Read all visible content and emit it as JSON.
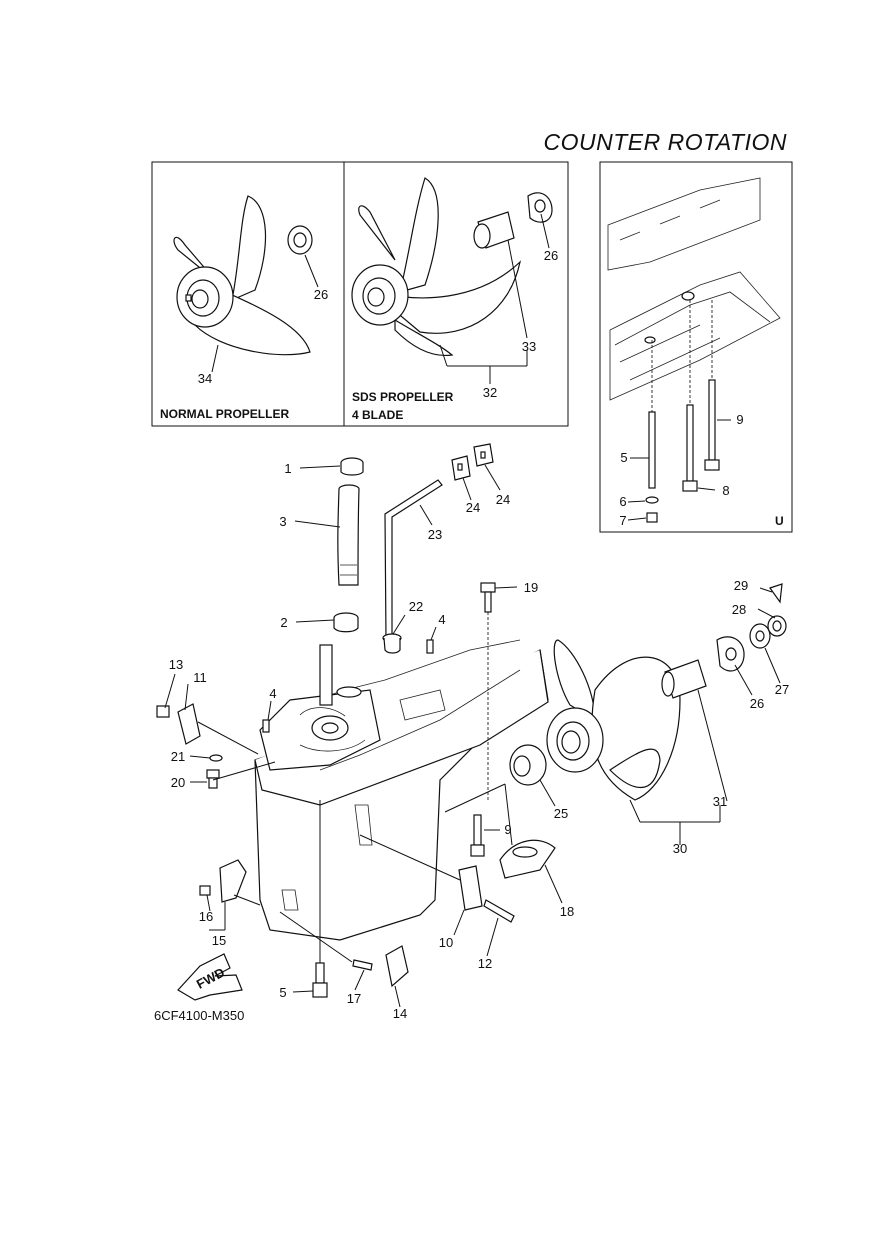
{
  "title": "COUNTER  ROTATION",
  "doc_code": "6CF4100-M350",
  "fwd_mark": "FWD",
  "inset_left": {
    "caption": "NORMAL PROPELLER"
  },
  "inset_mid": {
    "caption_line1": "SDS PROPELLER",
    "caption_line2": "4 BLADE"
  },
  "inset_right": {
    "mark": "U"
  },
  "callouts": {
    "n1": "1",
    "n2": "2",
    "n3": "3",
    "n4a": "4",
    "n4b": "4",
    "n5a": "5",
    "n5b": "5",
    "n6": "6",
    "n7": "7",
    "n8": "8",
    "n9a": "9",
    "n9b": "9",
    "n10": "10",
    "n11": "11",
    "n12": "12",
    "n13": "13",
    "n14": "14",
    "n15": "15",
    "n16": "16",
    "n17": "17",
    "n18": "18",
    "n19": "19",
    "n20": "20",
    "n21": "21",
    "n22": "22",
    "n23": "23",
    "n24a": "24",
    "n24b": "24",
    "n25": "25",
    "n26a": "26",
    "n26b": "26",
    "n26c": "26",
    "n27": "27",
    "n28": "28",
    "n29": "29",
    "n30": "30",
    "n31": "31",
    "n32": "32",
    "n33": "33",
    "n34": "34"
  }
}
